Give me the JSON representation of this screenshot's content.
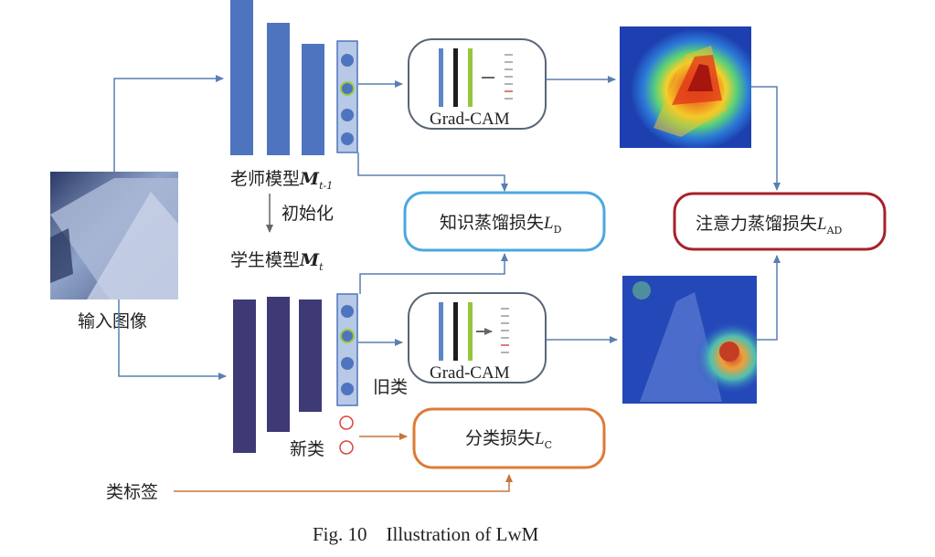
{
  "input_image_label": "输入图像",
  "teacher": {
    "label": "老师模型",
    "symbol": "M",
    "subscript": "t-1"
  },
  "init_label": "初始化",
  "student": {
    "label": "学生模型",
    "symbol": "M",
    "subscript": "t"
  },
  "gradcam_label": "Grad-CAM",
  "kd_loss": {
    "label": "知识蒸馏损失",
    "symbol": "L",
    "subscript": "D"
  },
  "ad_loss": {
    "label": "注意力蒸馏损失",
    "symbol": "L",
    "subscript": "AD"
  },
  "cls_loss": {
    "label": "分类损失",
    "symbol": "L",
    "subscript": "C"
  },
  "old_class_label": "旧类",
  "new_class_label": "新类",
  "class_label_label": "类标签",
  "caption": "Fig. 10    Illustration of LwM",
  "colors": {
    "teacher_blue": "#4f74bf",
    "student_navy": "#3d3a76",
    "flow_arrow": "#5a7fb0",
    "kd_box": "#4aa8e0",
    "ad_box": "#a8202a",
    "cls_box": "#de7a35",
    "label_arrow": "#c8743a",
    "new_class_circle": "#d8443c"
  }
}
